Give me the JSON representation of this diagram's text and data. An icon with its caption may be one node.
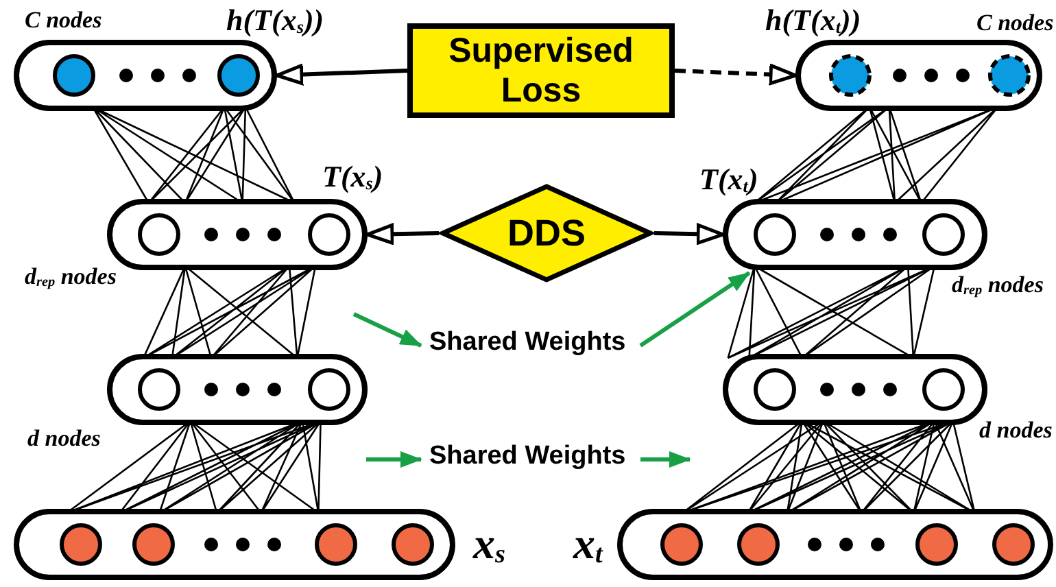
{
  "diagram": {
    "nodes": [
      {
        "text": [],
        "shape": "box",
        "beside": [
          "C nodes",
          "h(T(x$_{s}$))"
        ]
      },
      {
        "text": [
          "Supervised Loss"
        ]
      },
      {
        "text": [],
        "shape": "box",
        "beside": [
          "h(T(x$_{t}$))",
          "C nodes"
        ]
      },
      {
        "text": [],
        "shape": "box",
        "beside": [
          "T(x$_{s}$)",
          "d$_{rep}$ nodes"
        ]
      },
      {
        "text": [
          "DDS"
        ]
      },
      {
        "text": [],
        "shape": "box",
        "beside": [
          "T(x$_{t}$)",
          "d$_{rep}$ nodes"
        ]
      },
      {
        "text": [
          "Shared Weights"
        ]
      },
      {
        "text": [],
        "shape": "box",
        "beside": [
          "d nodes"
        ]
      },
      {
        "text": [],
        "shape": "box",
        "beside": [
          "d nodes"
        ]
      },
      {
        "text": [
          "Shared Weights"
        ]
      },
      {
        "text": [],
        "shape": "box",
        "beside": [
          "x$_{s}$"
        ]
      },
      {
        "text": [],
        "shape": "box",
        "beside": [
          "x$_{t}$"
        ]
      }
    ],
    "edges": [
      {
        "from": 1,
        "to": 0,
        "arrow": "to"
      },
      {
        "from": 1,
        "to": 2,
        "arrow": "to",
        "style": "dashed"
      },
      {
        "from": 4,
        "to": 3,
        "arrow": "to"
      },
      {
        "from": 4,
        "to": 5,
        "arrow": "to"
      },
      {
        "from": 0,
        "to": 3,
        "arrow": "none"
      },
      {
        "from": 2,
        "to": 5,
        "arrow": "none"
      },
      {
        "from": 3,
        "to": 7,
        "arrow": "none"
      },
      {
        "from": 5,
        "to": 8,
        "arrow": "none"
      },
      {
        "from": 7,
        "to": 10,
        "arrow": "none"
      },
      {
        "from": 8,
        "to": 11,
        "arrow": "none"
      },
      {
        "from": null,
        "to": 6,
        "arrow": "to",
        "color": "#17a045"
      },
      {
        "from": 6,
        "to": 5,
        "arrow": "to",
        "color": "#17a045"
      },
      {
        "from": null,
        "to": 9,
        "arrow": "to",
        "color": "#17a045"
      },
      {
        "from": 9,
        "to": null,
        "arrow": "to",
        "color": "#17a045"
      }
    ]
  }
}
